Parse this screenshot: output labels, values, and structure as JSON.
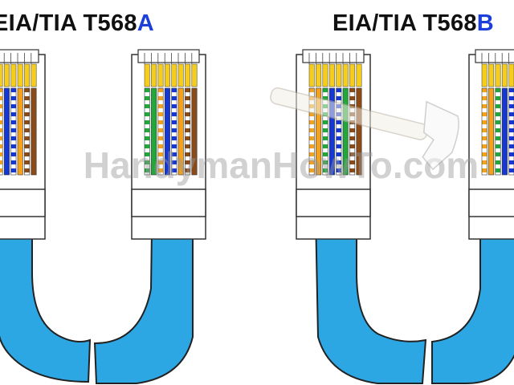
{
  "standards": [
    {
      "prefix": "EIA/TIA T568",
      "suffix": "A"
    },
    {
      "prefix": "EIA/TIA T568",
      "suffix": "B"
    }
  ],
  "watermark": "HandymanHowTo.com",
  "colors": {
    "accent": "#1b3fd8",
    "cable": "#2da7e3",
    "cable_outline": "#222222",
    "wire_green": "#22a83a",
    "wire_orange": "#f4a11d",
    "wire_blue": "#1537d3",
    "wire_brown": "#8b4a16",
    "pin_gold": "#f5cd1a"
  },
  "icons": [
    "hammer-icon"
  ]
}
